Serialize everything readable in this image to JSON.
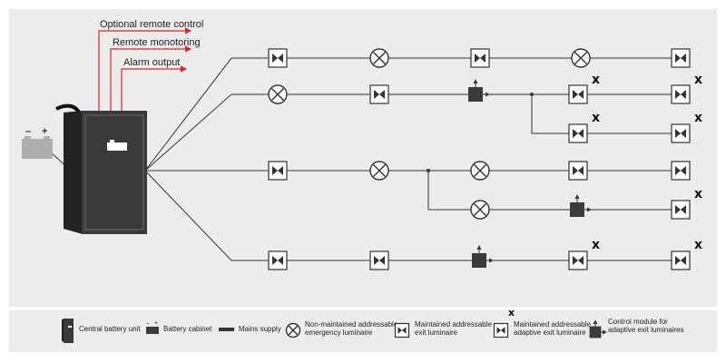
{
  "colors": {
    "background": "#ececec",
    "line": "#333333",
    "signal": "#e0262c",
    "cabinet": "#3a3a3a",
    "battery": "#aeaeae"
  },
  "signals": [
    {
      "label": "Optional remote control"
    },
    {
      "label": "Remote monotoring"
    },
    {
      "label": "Alarm output"
    }
  ],
  "battery_signs": {
    "minus": "–",
    "plus": "+"
  },
  "x_mark": "x",
  "legend": {
    "central_battery_unit": "Central battery unit",
    "battery_cabinet": "Battery cabinet",
    "mains_supply": "Mains supply",
    "non_maintained": [
      "Non-maintained addressable",
      "emergency luminaire"
    ],
    "maintained_exit": [
      "Maintained addressable",
      "exit luminaire"
    ],
    "adaptive_exit": [
      "Maintained addressable",
      "adaptive exit luminaire"
    ],
    "control_module": [
      "Control module for",
      "adaptive exit luminaires"
    ]
  },
  "icons": [
    "central-battery-unit-icon",
    "battery-cabinet-icon",
    "mains-supply-icon",
    "non-maintained-emergency-luminaire-icon",
    "maintained-exit-luminaire-icon",
    "adaptive-exit-luminaire-icon",
    "control-module-icon"
  ]
}
